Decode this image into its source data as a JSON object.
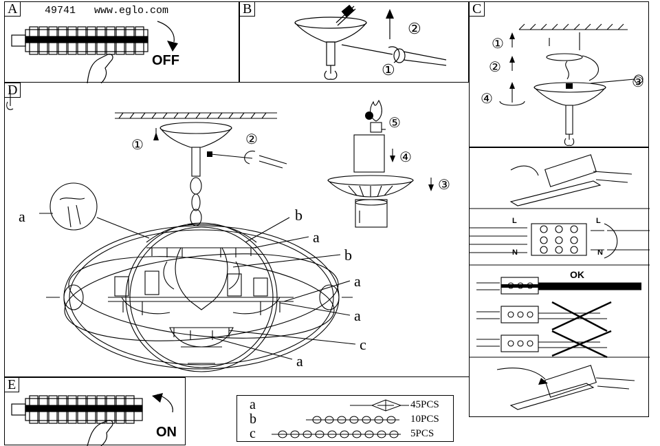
{
  "product": {
    "number": "49741",
    "website": "www.eglo.com"
  },
  "panels": {
    "A": {
      "label": "A",
      "switch_text": "OFF"
    },
    "B": {
      "label": "B",
      "steps": [
        "①",
        "②"
      ]
    },
    "C": {
      "label": "C",
      "steps": [
        "①",
        "②",
        "③",
        "④"
      ]
    },
    "D": {
      "label": "D",
      "steps": [
        "①",
        "②",
        "③",
        "④",
        "⑤"
      ]
    },
    "E": {
      "label": "E",
      "switch_text": "ON"
    }
  },
  "callouts": {
    "a": "a",
    "b": "b",
    "c": "c"
  },
  "wiring": {
    "live": "L",
    "neutral": "N",
    "ok": "OK"
  },
  "parts": [
    {
      "letter": "a",
      "qty": "45PCS"
    },
    {
      "letter": "b",
      "qty": "10PCS"
    },
    {
      "letter": "c",
      "qty": "5PCS"
    }
  ]
}
